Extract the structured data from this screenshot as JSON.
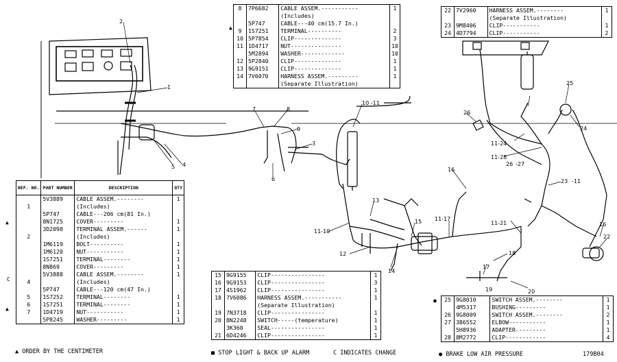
{
  "callouts": [
    "1",
    "2",
    "3",
    "4",
    "5",
    "6",
    "7",
    "8",
    "9",
    "10 -11",
    "11-10",
    "11-17",
    "11-21",
    "11-24",
    "11-28",
    "26",
    "-27",
    "23",
    "-11",
    "12",
    "13",
    "14",
    "15",
    "16",
    "17",
    "18",
    "19",
    "20",
    "24",
    "25",
    "16",
    "22"
  ],
  "table_left": {
    "headers": {
      "ref": "REF. NO.",
      "part": "PART NUMBER",
      "desc": "DESCRIPTION",
      "qty": "QTY"
    },
    "rows": [
      {
        "ref": "",
        "part": "5V3889",
        "desc": "CABLE ASSEM.--------",
        "qty": "1"
      },
      {
        "ref": "1",
        "part": "",
        "desc": "(Includes)",
        "qty": ""
      },
      {
        "ref": "",
        "part": "5P747",
        "desc": "CABLE---206 cm(81 In.)",
        "qty": ""
      },
      {
        "ref": "",
        "part": "8N1725",
        "desc": "COVER---------",
        "qty": "1"
      },
      {
        "ref": "",
        "part": "3D2098",
        "desc": "TERMINAL ASSEM.------",
        "qty": "1"
      },
      {
        "ref": "2",
        "part": "",
        "desc": "(Includes)",
        "qty": ""
      },
      {
        "ref": "",
        "part": "1M6119",
        "desc": "BOLT----------",
        "qty": "1"
      },
      {
        "ref": "",
        "part": "1M6120",
        "desc": "NUT-----------",
        "qty": "1"
      },
      {
        "ref": "",
        "part": "1S7251",
        "desc": "TERMINAL--------",
        "qty": "1"
      },
      {
        "ref": "",
        "part": "8N869",
        "desc": "COVER---------",
        "qty": "1"
      },
      {
        "ref": "",
        "part": "5V3888",
        "desc": "CABLE ASSEM.--------",
        "qty": "1"
      },
      {
        "ref": "4",
        "part": "",
        "desc": "(Includes)",
        "qty": ""
      },
      {
        "ref": "",
        "part": "5P747",
        "desc": "CABLE---120 cm(47 In.)",
        "qty": ""
      },
      {
        "ref": "5",
        "part": "1S7252",
        "desc": "TERMINAL--------",
        "qty": "1"
      },
      {
        "ref": "6",
        "part": "1S7251",
        "desc": "TERMINAL--------",
        "qty": "1"
      },
      {
        "ref": "7",
        "part": "1D4719",
        "desc": "NUT-----------",
        "qty": "1"
      },
      {
        "ref": "",
        "part": "5P8245",
        "desc": "WASHER---------",
        "qty": "1"
      }
    ],
    "markers": [
      "▲",
      "C",
      "▲"
    ]
  },
  "table_top": {
    "rows": [
      {
        "ref": "8",
        "part": "7P6682",
        "desc": "CABLE ASSEM.-----------",
        "qty": "1"
      },
      {
        "ref": "",
        "part": "",
        "desc": "(Includes)",
        "qty": ""
      },
      {
        "ref": "",
        "part": "5P747",
        "desc": "CABLE---40 cm(15.7 In.)",
        "qty": ""
      },
      {
        "ref": "9",
        "part": "1S7251",
        "desc": "TERMINAL----------",
        "qty": "2"
      },
      {
        "ref": "10",
        "part": "5P7854",
        "desc": "CLIP--------------",
        "qty": "3"
      },
      {
        "ref": "11",
        "part": "1D4717",
        "desc": "NUT---------------",
        "qty": "10"
      },
      {
        "ref": "",
        "part": "5M2894",
        "desc": "WASHER-------------",
        "qty": "10"
      },
      {
        "ref": "12",
        "part": "5P2840",
        "desc": "CLIP--------------",
        "qty": "1"
      },
      {
        "ref": "13",
        "part": "9G9151",
        "desc": "CLIP--------------",
        "qty": "1"
      },
      {
        "ref": "14",
        "part": "7V6070",
        "desc": "HARNESS ASSEM.---------",
        "qty": "1"
      },
      {
        "ref": "",
        "part": "",
        "desc": "(Separate Illustration)",
        "qty": ""
      }
    ],
    "marker": "▲"
  },
  "table_bottom": {
    "rows": [
      {
        "ref": "15",
        "part": "9G9155",
        "desc": "CLIP----------------",
        "qty": "1"
      },
      {
        "ref": "16",
        "part": "9G9153",
        "desc": "CLIP----------------",
        "qty": "3"
      },
      {
        "ref": "17",
        "part": "4S1962",
        "desc": "CLIP----------------",
        "qty": "1"
      },
      {
        "ref": "18",
        "part": "7V6086",
        "desc": "HARNESS ASSEM.-----------",
        "qty": "1"
      },
      {
        "ref": "",
        "part": "",
        "desc": "(Separate Illustration)",
        "qty": ""
      },
      {
        "ref": "19",
        "part": "7N3718",
        "desc": "CLIP----------------",
        "qty": "1"
      },
      {
        "ref": "20",
        "part": "8N2248",
        "desc": "SWITCH-----(temperature)",
        "qty": "1"
      },
      {
        "ref": "",
        "part": "3K360",
        "desc": "SEAL----------------",
        "qty": "1"
      },
      {
        "ref": "21",
        "part": "6D4246",
        "desc": "CLIP----------------",
        "qty": "1"
      }
    ]
  },
  "table_right_top": {
    "rows": [
      {
        "ref": "22",
        "part": "7V2960",
        "desc": "HARNESS ASSEM.--------",
        "qty": "1"
      },
      {
        "ref": "",
        "part": "",
        "desc": "(Separate Illustration)",
        "qty": ""
      },
      {
        "ref": "23",
        "part": "9M8406",
        "desc": "CLIP-----------",
        "qty": "1"
      },
      {
        "ref": "24",
        "part": "4D7794",
        "desc": "CLIP-----------",
        "qty": "2"
      }
    ]
  },
  "table_right_bottom": {
    "rows": [
      {
        "ref": "25",
        "part": "9G8010",
        "desc": "SWITCH ASSEM.--------",
        "qty": "1"
      },
      {
        "ref": "",
        "part": "4M5317",
        "desc": "BUSHING---------",
        "qty": "1"
      },
      {
        "ref": "26",
        "part": "9G8009",
        "desc": "SWITCH ASSEM.--------",
        "qty": "2"
      },
      {
        "ref": "27",
        "part": "3B6552",
        "desc": "ELBOW-----------",
        "qty": "1"
      },
      {
        "ref": "",
        "part": "5H8936",
        "desc": "ADAPTER---------",
        "qty": "1"
      },
      {
        "ref": "28",
        "part": "8M2772",
        "desc": "CLIP------------",
        "qty": "4"
      }
    ],
    "marker": "●"
  },
  "notes": {
    "order": "▲ ORDER BY THE CENTIMETER",
    "stop": "■ STOP LIGHT & BACK UP ALARM",
    "change": "C INDICATES CHANGE",
    "brake": "● BRAKE LOW AIR PRESSURE",
    "fig": "179B04"
  }
}
